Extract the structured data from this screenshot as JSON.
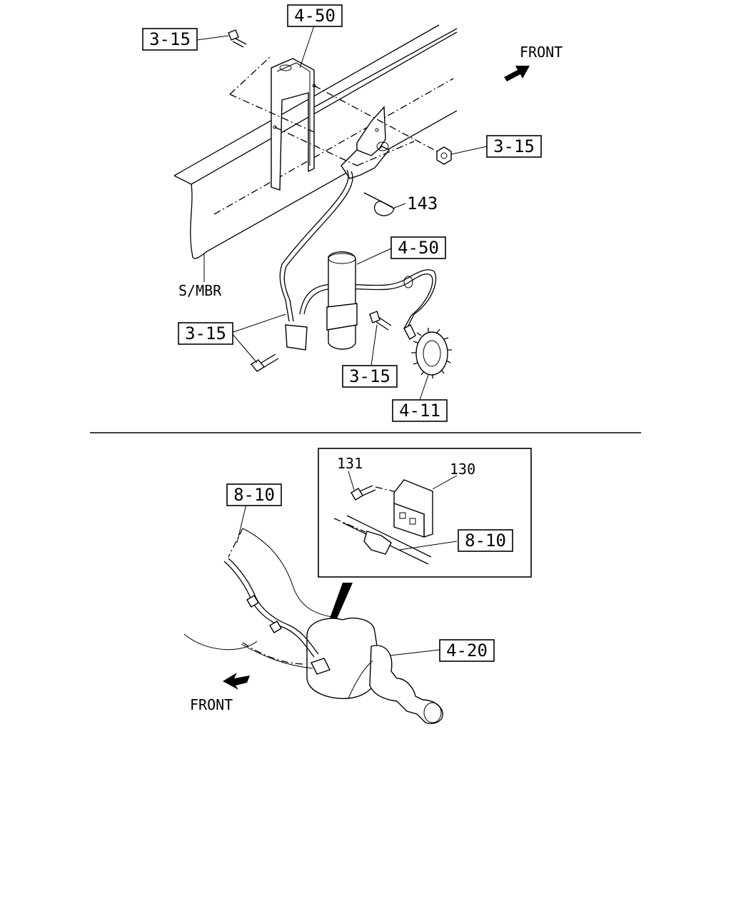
{
  "diagram": {
    "upper": {
      "ref_4_50_top": "4-50",
      "ref_3_15_top_left": "3-15",
      "ref_3_15_right": "3-15",
      "callout_143": "143",
      "ref_4_50_mid": "4-50",
      "member_label": "S/MBR",
      "ref_3_15_lower_left": "3-15",
      "ref_3_15_lower_center": "3-15",
      "ref_4_11": "4-11",
      "front_label": "FRONT"
    },
    "lower": {
      "ref_8_10_left": "8-10",
      "inset": {
        "callout_131": "131",
        "callout_130": "130",
        "ref_8_10": "8-10"
      },
      "ref_4_20": "4-20",
      "front_label": "FRONT"
    }
  },
  "icons": [
    "arrow-front-icon",
    "arrow-front-lower-icon",
    "bolt-icon",
    "nut-icon",
    "cable-tie-icon",
    "tone-wheel-icon"
  ]
}
